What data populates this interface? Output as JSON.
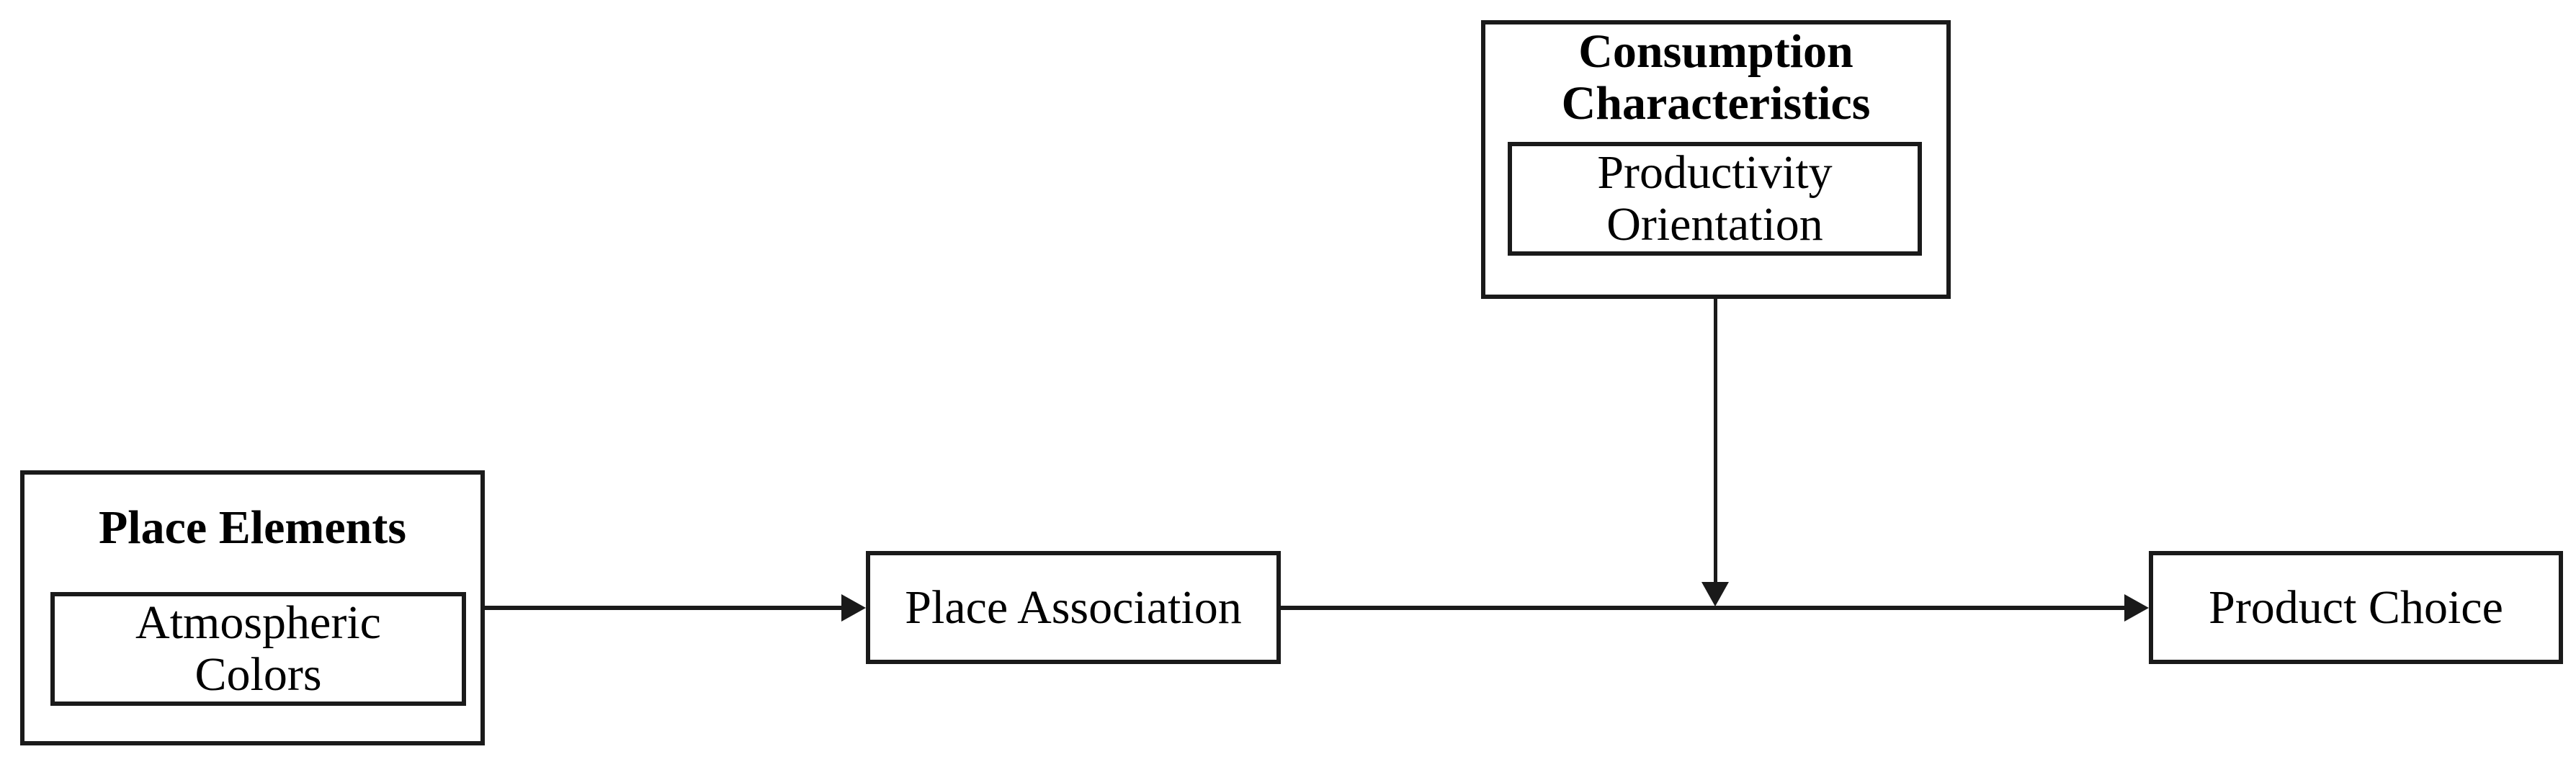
{
  "colors": {
    "line": "#1a1a1a",
    "text": "#000000",
    "background": "#ffffff"
  },
  "nodes": {
    "consumption_characteristics": {
      "title": "Consumption\nCharacteristics",
      "item": "Productivity\nOrientation"
    },
    "place_elements": {
      "title": "Place Elements",
      "item": "Atmospheric\nColors"
    },
    "place_association": {
      "label": "Place Association"
    },
    "product_choice": {
      "label": "Product Choice"
    }
  },
  "relations": [
    {
      "from": "Place Elements (Atmospheric Colors)",
      "to": "Place Association",
      "type": "direct-arrow"
    },
    {
      "from": "Place Association",
      "to": "Product Choice",
      "type": "direct-arrow"
    },
    {
      "from": "Consumption Characteristics (Productivity Orientation)",
      "to": "Place Association → Product Choice path",
      "type": "moderation-arrow"
    }
  ]
}
